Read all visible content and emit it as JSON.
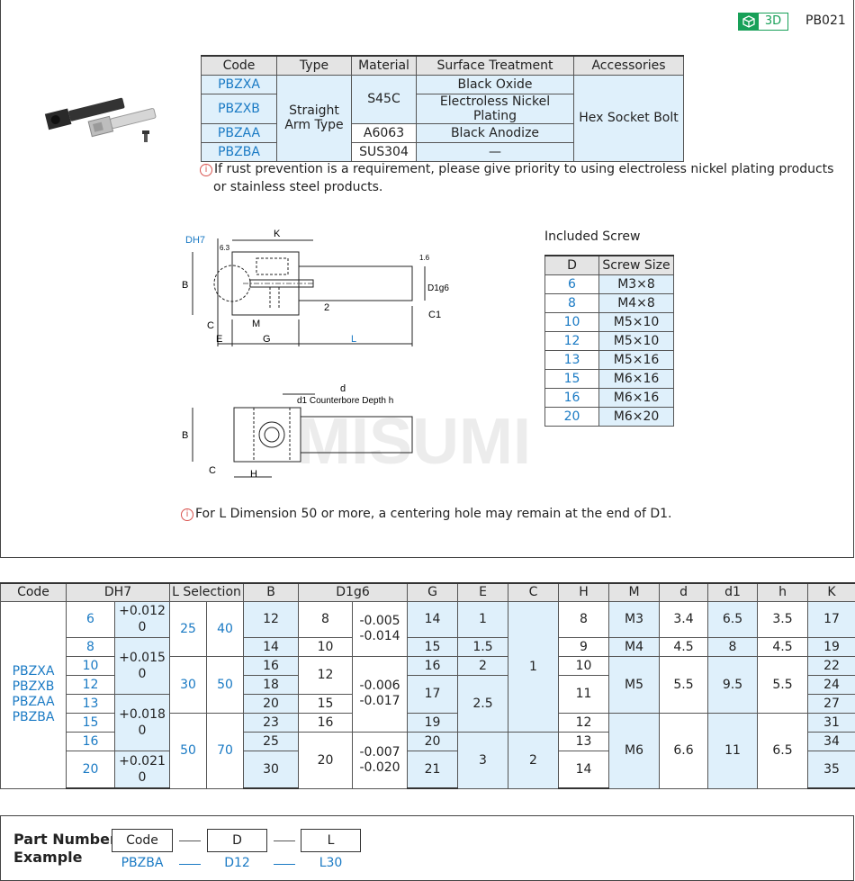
{
  "header": {
    "badge_3d": "3D",
    "part_no": "PB021"
  },
  "type_table": {
    "columns": [
      "Code",
      "Type",
      "Material",
      "Surface Treatment",
      "Accessories"
    ],
    "codes": [
      "PBZXA",
      "PBZXB",
      "PBZAA",
      "PBZBA"
    ],
    "type_line1": "Straight",
    "type_line2": "Arm Type",
    "materials": [
      "S45C",
      "A6063",
      "SUS304"
    ],
    "treatments": [
      "Black Oxide",
      "Electroless Nickel Plating",
      "Black Anodize",
      "—"
    ],
    "accessory": "Hex Socket Bolt"
  },
  "notes": {
    "rust_line1": "If rust prevention is a requirement, please give priority to using electroless nickel plating products",
    "rust_line2": "or stainless steel products.",
    "centering": "For L Dimension 50 or more, a centering hole may remain at the end of D1."
  },
  "drawing": {
    "labels": {
      "DH7": "DH7",
      "K": "K",
      "B": "B",
      "M": "M",
      "C": "C",
      "E": "E",
      "G": "G",
      "L": "L",
      "C1": "C1",
      "D1g6": "D1g6",
      "two": "2",
      "r63": "6.3",
      "r16": "1.6",
      "d": "d",
      "counterbore": "d1 Counterbore Depth h",
      "H": "H"
    },
    "watermark": "MISUMI"
  },
  "screw_table": {
    "title": "Included Screw",
    "columns": [
      "D",
      "Screw Size"
    ],
    "rows": [
      {
        "d": "6",
        "size": "M3×8"
      },
      {
        "d": "8",
        "size": "M4×8"
      },
      {
        "d": "10",
        "size": "M5×10"
      },
      {
        "d": "12",
        "size": "M5×10"
      },
      {
        "d": "13",
        "size": "M5×16"
      },
      {
        "d": "15",
        "size": "M6×16"
      },
      {
        "d": "16",
        "size": "M6×16"
      },
      {
        "d": "20",
        "size": "M6×20"
      }
    ]
  },
  "dim_table": {
    "columns": [
      "Code",
      "DH7",
      "L Selection",
      "B",
      "D1g6",
      "G",
      "E",
      "C",
      "H",
      "M",
      "d",
      "d1",
      "h",
      "K"
    ],
    "codes": [
      "PBZXA",
      "PBZXB",
      "PBZAA",
      "PBZBA"
    ],
    "D": [
      "6",
      "8",
      "10",
      "12",
      "13",
      "15",
      "16",
      "20"
    ],
    "D_tol": [
      "+0.012\n0",
      "+0.015\n0",
      "+0.018\n0",
      "+0.021\n0"
    ],
    "L_sel": [
      [
        "25",
        "40"
      ],
      [
        "30",
        "50"
      ],
      [
        "50",
        "70"
      ]
    ],
    "B": [
      "12",
      "14",
      "16",
      "18",
      "20",
      "23",
      "25",
      "30"
    ],
    "D1": [
      "8",
      "10",
      "12",
      "15",
      "16",
      "20"
    ],
    "D1_tol": [
      "-0.005\n-0.014",
      "-0.006\n-0.017",
      "-0.007\n-0.020"
    ],
    "G": [
      "14",
      "15",
      "16",
      "17",
      "19",
      "20",
      "21"
    ],
    "E": [
      "1",
      "1.5",
      "2",
      "2.5",
      "3"
    ],
    "C": [
      "1",
      "2"
    ],
    "H": [
      "8",
      "9",
      "10",
      "11",
      "12",
      "13",
      "14"
    ],
    "M": [
      "M3",
      "M4",
      "M5",
      "M6"
    ],
    "d": [
      "3.4",
      "4.5",
      "5.5",
      "6.6"
    ],
    "d1": [
      "6.5",
      "8",
      "9.5",
      "11"
    ],
    "h": [
      "3.5",
      "4.5",
      "5.5",
      "6.5"
    ],
    "K": [
      "17",
      "19",
      "22",
      "24",
      "27",
      "31",
      "34",
      "35"
    ]
  },
  "part_number": {
    "title_line1": "Part Number",
    "title_line2": "Example",
    "boxes": [
      "Code",
      "D",
      "L"
    ],
    "example": [
      "PBZBA",
      "D12",
      "L30"
    ]
  },
  "colors": {
    "accent_blue": "#1a7ac4",
    "cell_blue": "#dff0fb",
    "header_gray": "#e4e4e4",
    "green_3d": "#18a058",
    "info_red": "#d9534f"
  }
}
